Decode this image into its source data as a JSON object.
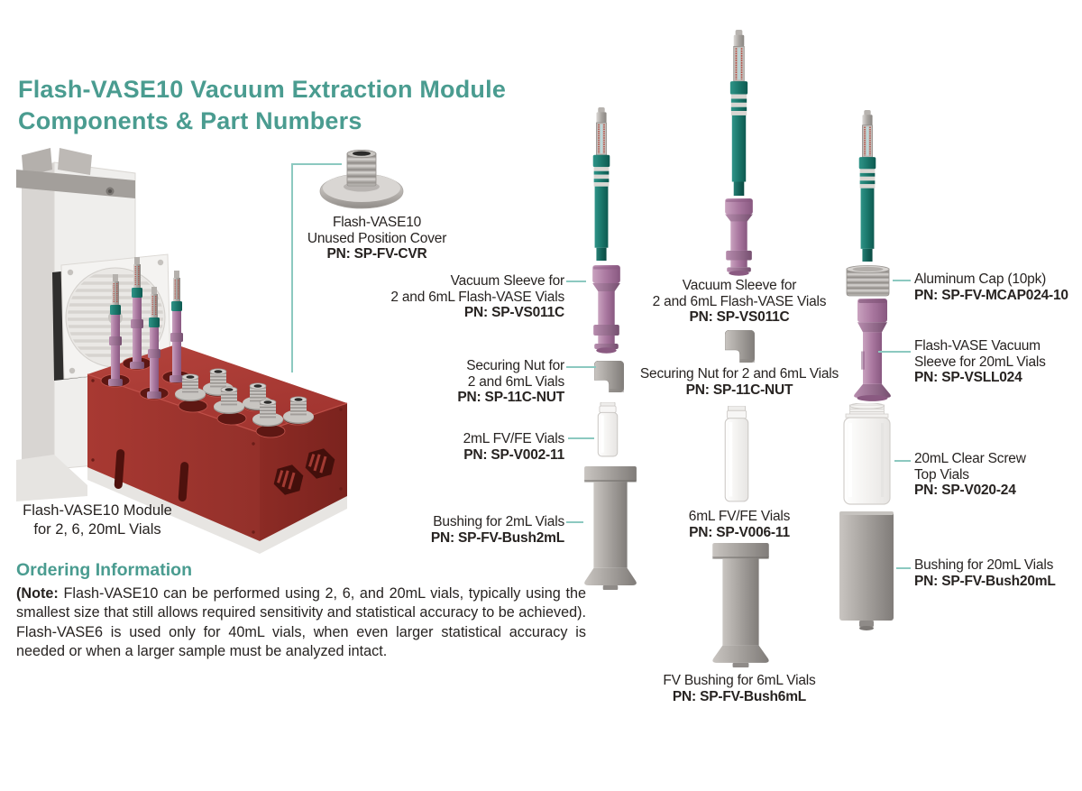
{
  "colors": {
    "accent_teal": "#4A9C90",
    "connector_teal": "#8CC9C0",
    "probe_teal": "#1A7A6E",
    "sleeve_pink": "#A9779F",
    "metal_gray": "#A19D99",
    "module_red": "#A23530",
    "text_dark": "#272321"
  },
  "title": {
    "line1": "Flash-VASE10 Vacuum Extraction Module",
    "line2": "Components & Part Numbers"
  },
  "module": {
    "caption_line1": "Flash-VASE10 Module",
    "caption_line2": "for 2, 6, 20mL Vials"
  },
  "cover": {
    "line1": "Flash-VASE10",
    "line2": "Unused Position Cover",
    "pn": "PN: SP-FV-CVR"
  },
  "left_column": {
    "vacuum_sleeve": {
      "line1": "Vacuum Sleeve for",
      "line2": "2 and 6mL Flash-VASE Vials",
      "pn": "PN: SP-VS011C"
    },
    "securing_nut": {
      "line1": "Securing Nut for",
      "line2": "2 and 6mL Vials",
      "pn": "PN: SP-11C-NUT"
    },
    "vial_2ml": {
      "line1": "2mL FV/FE Vials",
      "pn": "PN: SP-V002-11"
    },
    "bushing_2ml": {
      "line1": "Bushing for 2mL Vials",
      "pn": "PN: SP-FV-Bush2mL"
    }
  },
  "center_column": {
    "vacuum_sleeve": {
      "line1": "Vacuum Sleeve for",
      "line2": "2 and 6mL Flash-VASE Vials",
      "pn": "PN: SP-VS011C"
    },
    "securing_nut": {
      "line1": "Securing Nut for 2 and 6mL Vials",
      "pn": "PN: SP-11C-NUT"
    },
    "vial_6ml": {
      "line1": "6mL FV/FE Vials",
      "pn": "PN: SP-V006-11"
    },
    "bushing_6ml": {
      "line1": "FV Bushing for 6mL Vials",
      "pn": "PN: SP-FV-Bush6mL"
    }
  },
  "right_column": {
    "aluminum_cap": {
      "line1": "Aluminum Cap (10pk)",
      "pn": "PN: SP-FV-MCAP024-10"
    },
    "vacuum_sleeve_20ml": {
      "line1": "Flash-VASE Vacuum",
      "line2": "Sleeve for 20mL Vials",
      "pn": "PN: SP-VSLL024"
    },
    "vial_20ml": {
      "line1": "20mL Clear Screw",
      "line2": "Top Vials",
      "pn": "PN: SP-V020-24"
    },
    "bushing_20ml": {
      "line1": "Bushing for 20mL Vials",
      "pn": "PN: SP-FV-Bush20mL"
    }
  },
  "ordering": {
    "heading": "Ordering Information",
    "note_label": "(Note:",
    "note_body": " Flash-VASE10 can be performed using 2, 6, and 20mL vials, typically using the smallest size that still allows required sensitivity and statistical accuracy to be achieved). Flash-VASE6 is used only for 40mL vials, when even larger statistical accuracy is needed or when a larger sample must be analyzed intact."
  }
}
